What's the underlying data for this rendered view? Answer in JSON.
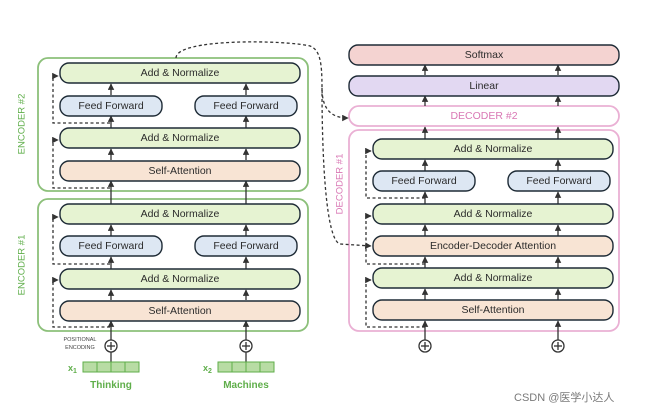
{
  "encoder1": {
    "title": "ENCODER #1",
    "add_normalize_top": "Add & Normalize",
    "feed_forward_left": "Feed Forward",
    "feed_forward_right": "Feed Forward",
    "add_normalize_bottom": "Add & Normalize",
    "self_attention": "Self-Attention"
  },
  "encoder2": {
    "title": "ENCODER #2",
    "add_normalize_top": "Add & Normalize",
    "feed_forward_left": "Feed Forward",
    "feed_forward_right": "Feed Forward",
    "add_normalize_bottom": "Add & Normalize",
    "self_attention": "Self-Attention"
  },
  "decoder1": {
    "title": "DECODER #1",
    "add_normalize_top": "Add & Normalize",
    "feed_forward_left": "Feed Forward",
    "feed_forward_right": "Feed Forward",
    "add_normalize_middle": "Add & Normalize",
    "encoder_decoder_attention": "Encoder-Decoder Attention",
    "add_normalize_bottom": "Add & Normalize",
    "self_attention": "Self-Attention"
  },
  "decoder2": {
    "title": "DECODER #2"
  },
  "output": {
    "linear": "Linear",
    "softmax": "Softmax"
  },
  "inputs": {
    "positional_encoding_line1": "POSITIONAL",
    "positional_encoding_line2": "ENCODING",
    "x1_label": "x",
    "x1_sub": "1",
    "x2_label": "x",
    "x2_sub": "2",
    "word1": "Thinking",
    "word2": "Machines"
  },
  "watermark": "CSDN @医学小达人",
  "colors": {
    "encoder_border": "#8cc07a",
    "decoder_border": "#eab0d4",
    "add_normalize_fill": "#e6f3d2",
    "feed_forward_fill": "#dde7f3",
    "attention_fill": "#f8e4d4",
    "linear_fill": "#e2d8f2",
    "softmax_fill": "#f4d3d1",
    "green_text": "#5fae4a",
    "pink_text": "#d977b4"
  }
}
